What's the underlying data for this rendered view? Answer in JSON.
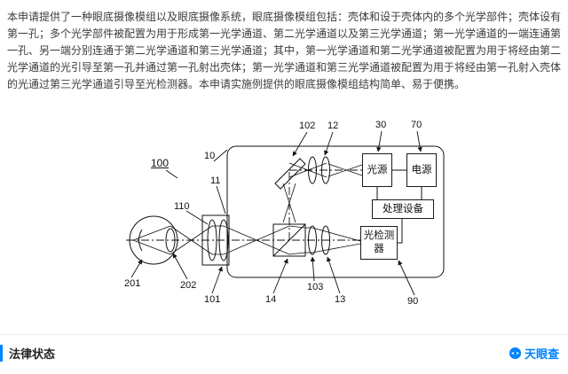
{
  "abstract": {
    "text": "本申请提供了一种眼底摄像模组以及眼底摄像系统，眼底摄像模组包括：壳体和设于壳体内的多个光学部件；壳体设有第一孔；多个光学部件被配置为用于形成第一光学通道、第二光学通道以及第三光学通道；第一光学通道的一端连通第一孔、另一端分别连通于第二光学通道和第三光学通道；其中，第一光学通道和第二光学通道被配置为用于将经由第二光学通道的光引导至第一孔并通过第一孔射出壳体；第一光学通道和第三光学通道被配置为用于将经由第一孔射入壳体的光通过第三光学通道引导至光检测器。本申请实施例提供的眼底摄像模组结构简单、易于便携。"
  },
  "figure": {
    "boxes": {
      "light_source": "光源",
      "power_supply": "电源",
      "processing_device": "处理设备",
      "light_detector": "光检测器"
    },
    "labels": {
      "n100": "100",
      "n10": "10",
      "n11": "11",
      "n110": "110",
      "n201": "201",
      "n202": "202",
      "n101": "101",
      "n14": "14",
      "n103": "103",
      "n13": "13",
      "n102": "102",
      "n12": "12",
      "n30": "30",
      "n70": "70",
      "n90": "90"
    }
  },
  "sections": {
    "legal_status_title": "法律状态"
  },
  "footer": {
    "brand": "天眼查"
  },
  "colors": {
    "brand_blue": "#0084ff"
  }
}
